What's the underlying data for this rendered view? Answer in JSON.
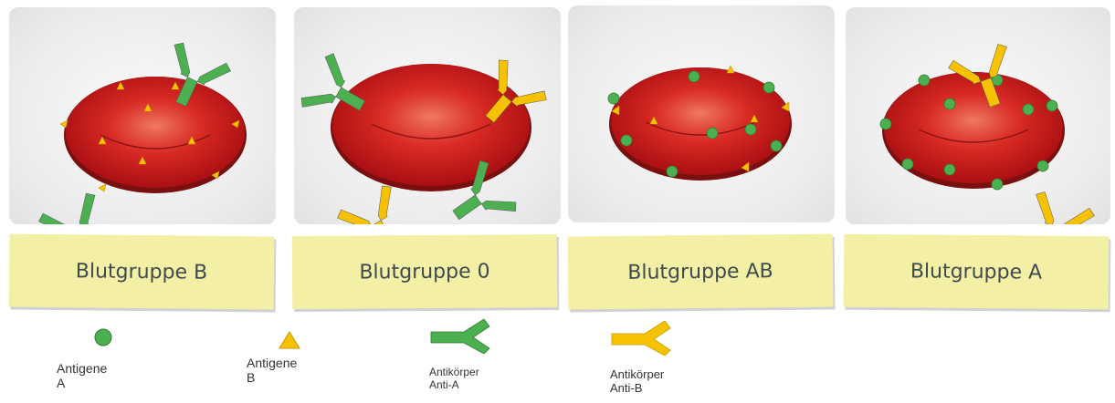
{
  "panels": [
    {
      "label": "Blutgruppe B",
      "antigens": "B"
    },
    {
      "label": "Blutgruppe 0",
      "antigens": "none"
    },
    {
      "label": "Blutgruppe AB",
      "antigens": "A+B"
    },
    {
      "label": "Blutgruppe A",
      "antigens": "A"
    }
  ],
  "legend": {
    "antigen_a": {
      "line1": "Antigene",
      "line2": "A"
    },
    "antigen_b": {
      "line1": "Antigene",
      "line2": "B"
    },
    "antibody_a": {
      "line1": "Antikörper",
      "line2": "Anti-A"
    },
    "antibody_b": {
      "line1": "Antikörper",
      "line2": "Anti-B"
    }
  },
  "colors": {
    "antigen_a": "#4caf50",
    "antigen_b": "#f6c200",
    "antibody_a": "#4caf50",
    "antibody_b": "#f6c200",
    "cell": "#d42020",
    "label_bg": "#f3f0a6"
  }
}
